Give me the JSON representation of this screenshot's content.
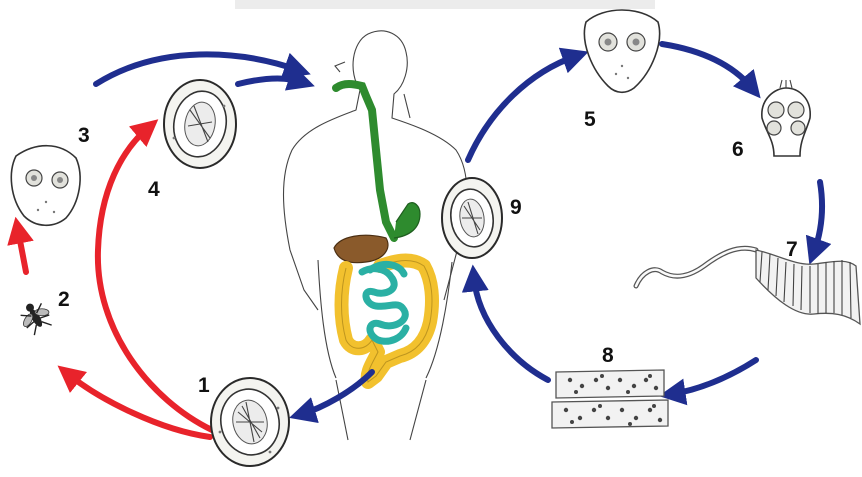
{
  "diagram": {
    "stage_labels": [
      "1",
      "2",
      "3",
      "4",
      "5",
      "6",
      "7",
      "8",
      "9"
    ]
  },
  "colors": {
    "red_arrow": "#e8232b",
    "blue_arrow": "#1f2e8f",
    "digestive_tract": "#2e8b2e",
    "liver": "#8a5a2b",
    "small_intestine": "#2ab0a4",
    "large_intestine": "#f2c12e"
  },
  "icons": [
    "human-body-outline",
    "egg",
    "fly",
    "hexacanth-embryo",
    "scolex",
    "tapeworm",
    "gravid-proglottids"
  ]
}
